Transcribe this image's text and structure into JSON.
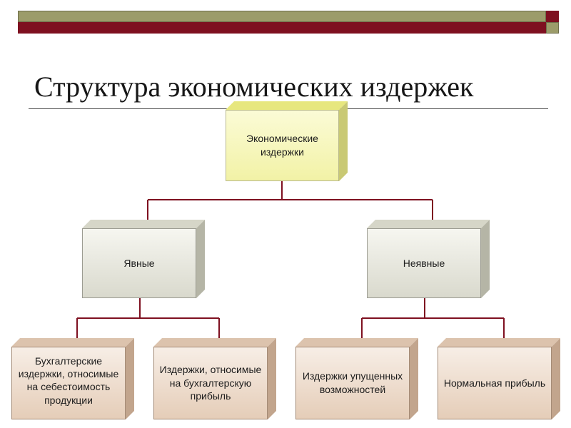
{
  "slide": {
    "title": "Структура экономических издержек"
  },
  "diagram": {
    "root": {
      "label": "Экономические издержки"
    },
    "explicit": {
      "label": "Явные"
    },
    "implicit": {
      "label": "Неявные"
    },
    "leaves": [
      {
        "label": "Бухгалтерские издержки, относимые на себестоимость продукции"
      },
      {
        "label": "Издержки, относимые на бухгалтерскую прибыль"
      },
      {
        "label": "Издержки упущенных возможностей"
      },
      {
        "label": "Нормальная прибыль"
      }
    ]
  },
  "colors": {
    "header_red": "#7e1020",
    "header_olive": "#9c9c6a",
    "connector": "#7e1020"
  }
}
